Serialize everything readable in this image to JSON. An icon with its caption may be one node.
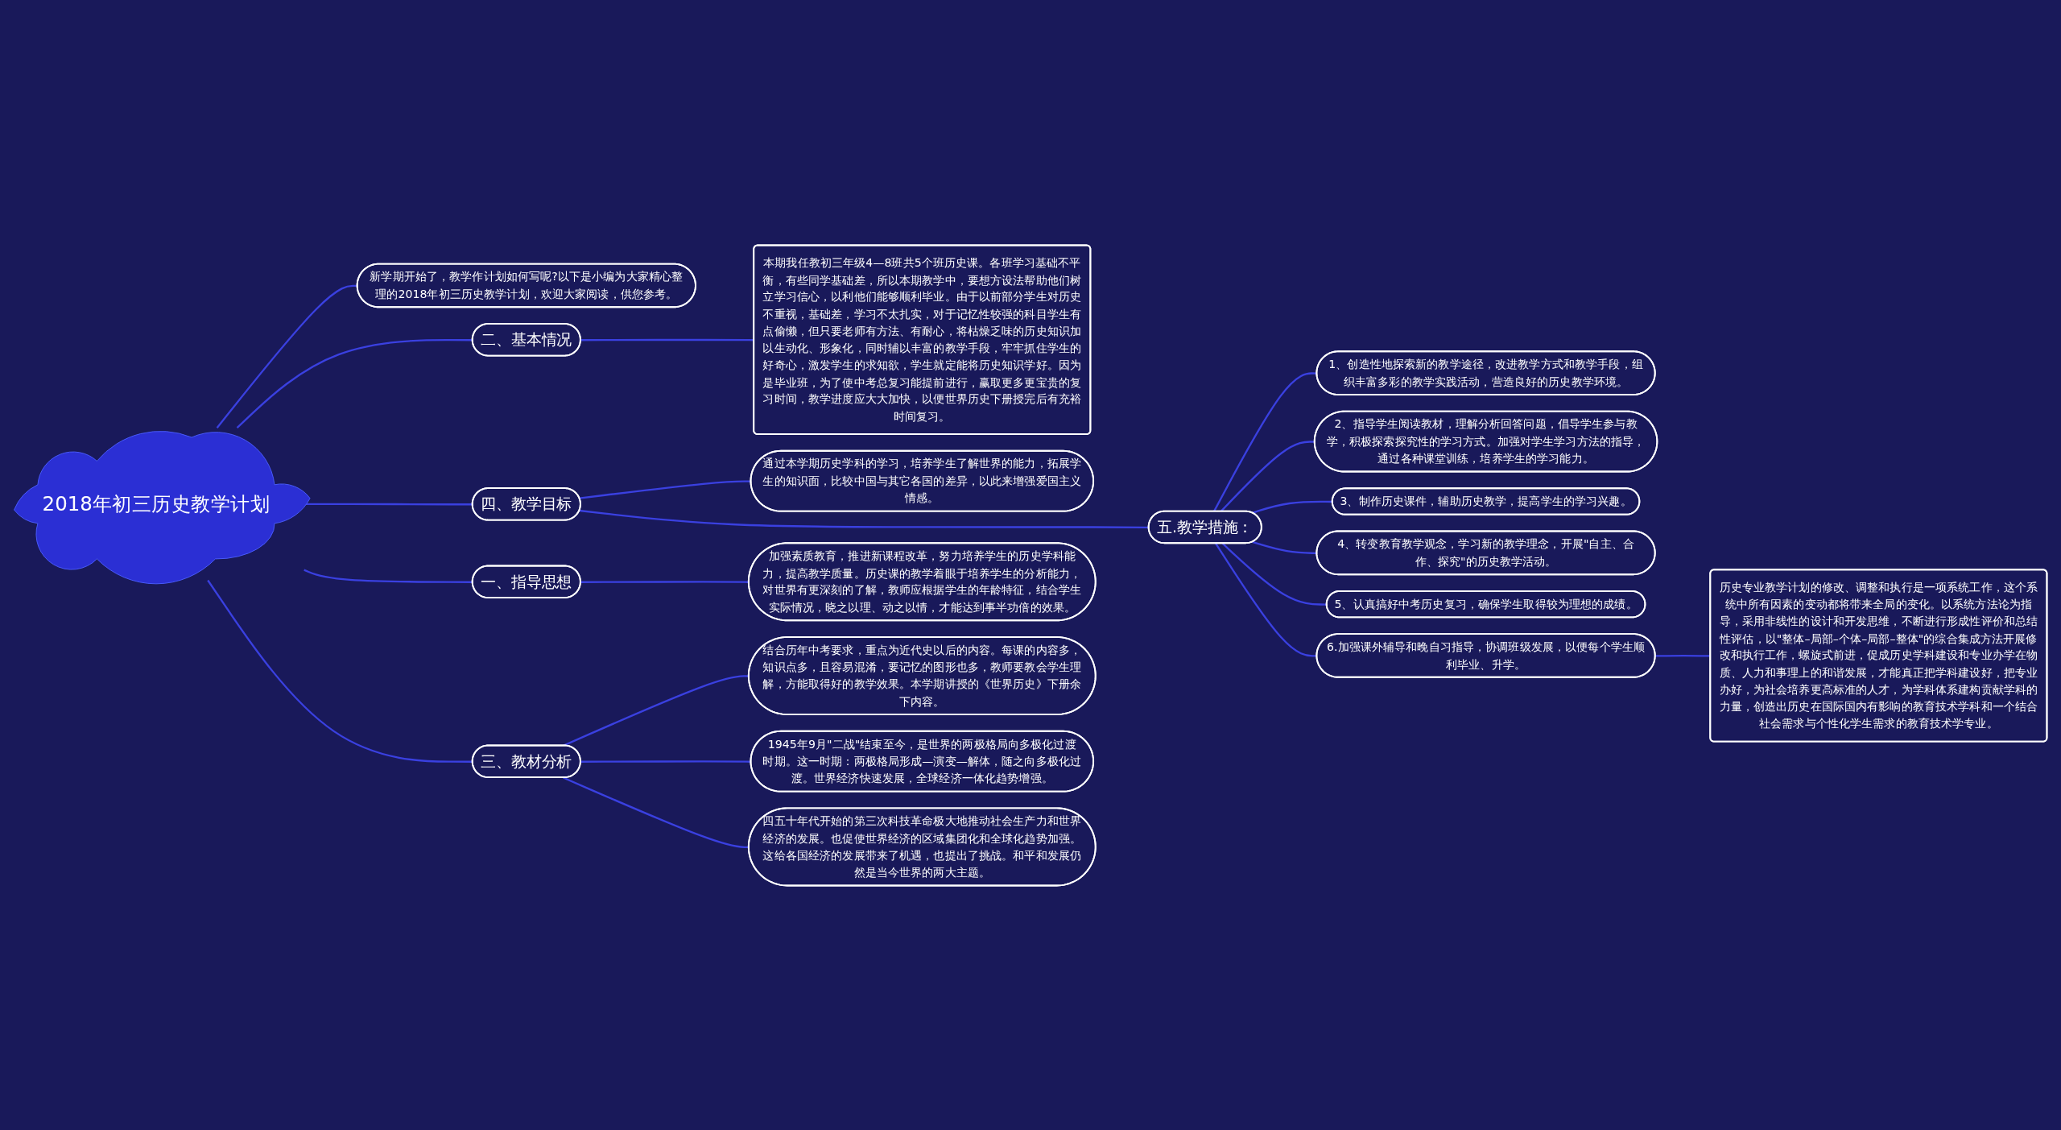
{
  "diagram": {
    "nodes": [
      {
        "text": [
          "2018年初三历史教学计划"
        ]
      },
      {
        "text": [
          "新学期开始了，教学作计划如何写呢?以下是小编为大家精心整理的2018年初三历史教学计划，欢迎大家阅读，供您参考。"
        ]
      },
      {
        "text": [
          "二、基本情况"
        ]
      },
      {
        "text": [
          "本期我任教初三年级4—8班共5个班历史课。各班学习基础不平衡，有些同学基础差，所以本期教学中，要想方设法帮助他们树立学习信心，以利他们能够顺利毕业。由于以前部分学生对历史不重视，基础差，学习不太扎实，对于记忆性较强的科目学生有点偷懒，但只要老师有方法、有耐心，将枯燥乏味的历史知识加以生动化、形象化，同时辅以丰富的教学手段，牢牢抓住学生的好奇心，激发学生的求知欲，学生就定能将历史知识学好。因为是毕业班，为了使中考总复习能提前进行，赢取更多更宝贵的复习时间，教学进度应大大加快，以便世界历史下册授完后有充裕时间复习。"
        ]
      },
      {
        "text": [
          "四、教学目标"
        ]
      },
      {
        "text": [
          "通过本学期历史学科的学习，培养学生了解世界的能力，拓展学生的知识面，比较中国与其它各国的差异，以此来增强爱国主义情感。"
        ]
      },
      {
        "text": [
          "五.教学措施："
        ]
      },
      {
        "text": [
          "1、创造性地探索新的教学途径，改进教学方式和教学手段，组织丰富多彩的教学实践活动，营造良好的历史教学环境。"
        ]
      },
      {
        "text": [
          "2、指导学生阅读教材，理解分析回答问题，倡导学生参与教学，积极探索探究性的学习方式。加强对学生学习方法的指导，通过各种课堂训练，培养学生的学习能力。"
        ]
      },
      {
        "text": [
          "3、制作历史课件，辅助历史教学，提高学生的学习兴趣。"
        ]
      },
      {
        "text": [
          "4、转变教育教学观念，学习新的教学理念，开展\"自主、合作、探究\"的历史教学活动。"
        ]
      },
      {
        "text": [
          "5、认真搞好中考历史复习，确保学生取得较为理想的成绩。"
        ]
      },
      {
        "text": [
          "6.加强课外辅导和晚自习指导，协调班级发展，以便每个学生顺利毕业、升学。"
        ]
      },
      {
        "text": [
          "历史专业教学计划的修改、调整和执行是一项系统工作，这个系统中所有因素的变动都将带来全局的变化。以系统方法论为指导，采用非线性的设计和开发思维，不断进行形成性评价和总结性评估，以\"整体–局部–个体–局部–整体\"的综合集成方法开展修改和执行工作，螺旋式前进，促成历史学科建设和专业办学在物质、人力和事理上的和谐发展，才能真正把学科建设好，把专业办好，为社会培养更高标准的人才，为学科体系建构贡献学科的力量，创造出历史在国际国内有影响的教育技术学科和一个结合社会需求与个性化学生需求的教育技术学专业。"
        ]
      },
      {
        "text": [
          "一、指导思想"
        ]
      },
      {
        "text": [
          "加强素质教育，推进新课程改革，努力培养学生的历史学科能力，提高教学质量。历史课的教学着眼于培养学生的分析能力，对世界有更深刻的了解，教师应根据学生的年龄特征，结合学生实际情况，晓之以理、动之以情，才能达到事半功倍的效果。"
        ]
      },
      {
        "text": [
          "三、教材分析"
        ]
      },
      {
        "text": [
          "结合历年中考要求，重点为近代史以后的内容。每课的内容多，知识点多，且容易混淆，要记忆的图形也多，教师要教会学生理解，方能取得好的教学效果。本学期讲授的《世界历史》下册余下内容。"
        ]
      },
      {
        "text": [
          "1945年9月\"二战\"结束至今，是世界的两极格局向多极化过渡时期。这一时期：两极格局形成—演变—解体，随之向多极化过渡。世界经济快速发展，全球经济一体化趋势增强。"
        ]
      },
      {
        "text": [
          "四五十年代开始的第三次科技革命极大地推动社会生产力和世界经济的发展。也促使世界经济的区域集团化和全球化趋势加强。这给各国经济的发展带来了机遇，也提出了挑战。和平和发展仍然是当今世界的两大主题。"
        ]
      }
    ],
    "edges": [
      {
        "from": 0,
        "to": 1,
        "arrow": "none"
      },
      {
        "from": 0,
        "to": 2,
        "arrow": "none"
      },
      {
        "from": 2,
        "to": 3,
        "arrow": "none"
      },
      {
        "from": 0,
        "to": 4,
        "arrow": "none"
      },
      {
        "from": 4,
        "to": 5,
        "arrow": "none"
      },
      {
        "from": 4,
        "to": 6,
        "arrow": "none"
      },
      {
        "from": 6,
        "to": 7,
        "arrow": "none"
      },
      {
        "from": 6,
        "to": 8,
        "arrow": "none"
      },
      {
        "from": 6,
        "to": 9,
        "arrow": "none"
      },
      {
        "from": 6,
        "to": 10,
        "arrow": "none"
      },
      {
        "from": 6,
        "to": 11,
        "arrow": "none"
      },
      {
        "from": 6,
        "to": 12,
        "arrow": "none"
      },
      {
        "from": 12,
        "to": 13,
        "arrow": "none"
      },
      {
        "from": 0,
        "to": 14,
        "arrow": "none"
      },
      {
        "from": 14,
        "to": 15,
        "arrow": "none"
      },
      {
        "from": 0,
        "to": 16,
        "arrow": "none"
      },
      {
        "from": 16,
        "to": 17,
        "arrow": "none"
      },
      {
        "from": 16,
        "to": 18,
        "arrow": "none"
      },
      {
        "from": 16,
        "to": 19,
        "arrow": "none"
      }
    ]
  }
}
